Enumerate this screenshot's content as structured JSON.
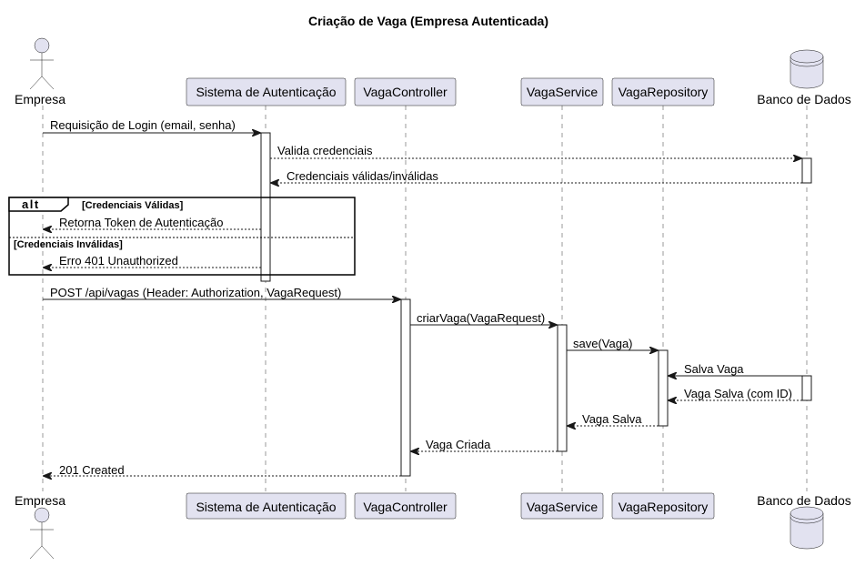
{
  "diagram": {
    "title": "Criação de Vaga (Empresa Autenticada)",
    "participants": {
      "empresa": "Empresa",
      "auth": "Sistema de Autenticação",
      "controller": "VagaController",
      "service": "VagaService",
      "repository": "VagaRepository",
      "db": "Banco de Dados"
    },
    "messages": {
      "m1": "Requisição de Login (email, senha)",
      "m2": "Valida credenciais",
      "m3": "Credenciais válidas/inválidas",
      "m4": "Retorna Token de Autenticação",
      "m5": "Erro 401 Unauthorized",
      "m6": "POST /api/vagas (Header: Authorization, VagaRequest)",
      "m7": "criarVaga(VagaRequest)",
      "m8": "save(Vaga)",
      "m9": "Salva Vaga",
      "m10": "Vaga Salva (com ID)",
      "m11": "Vaga Salva",
      "m12": "Vaga Criada",
      "m13": "201 Created"
    },
    "alt": {
      "label": "alt",
      "guard1": "[Credenciais Válidas]",
      "guard2": "[Credenciais Inválidas]"
    }
  }
}
